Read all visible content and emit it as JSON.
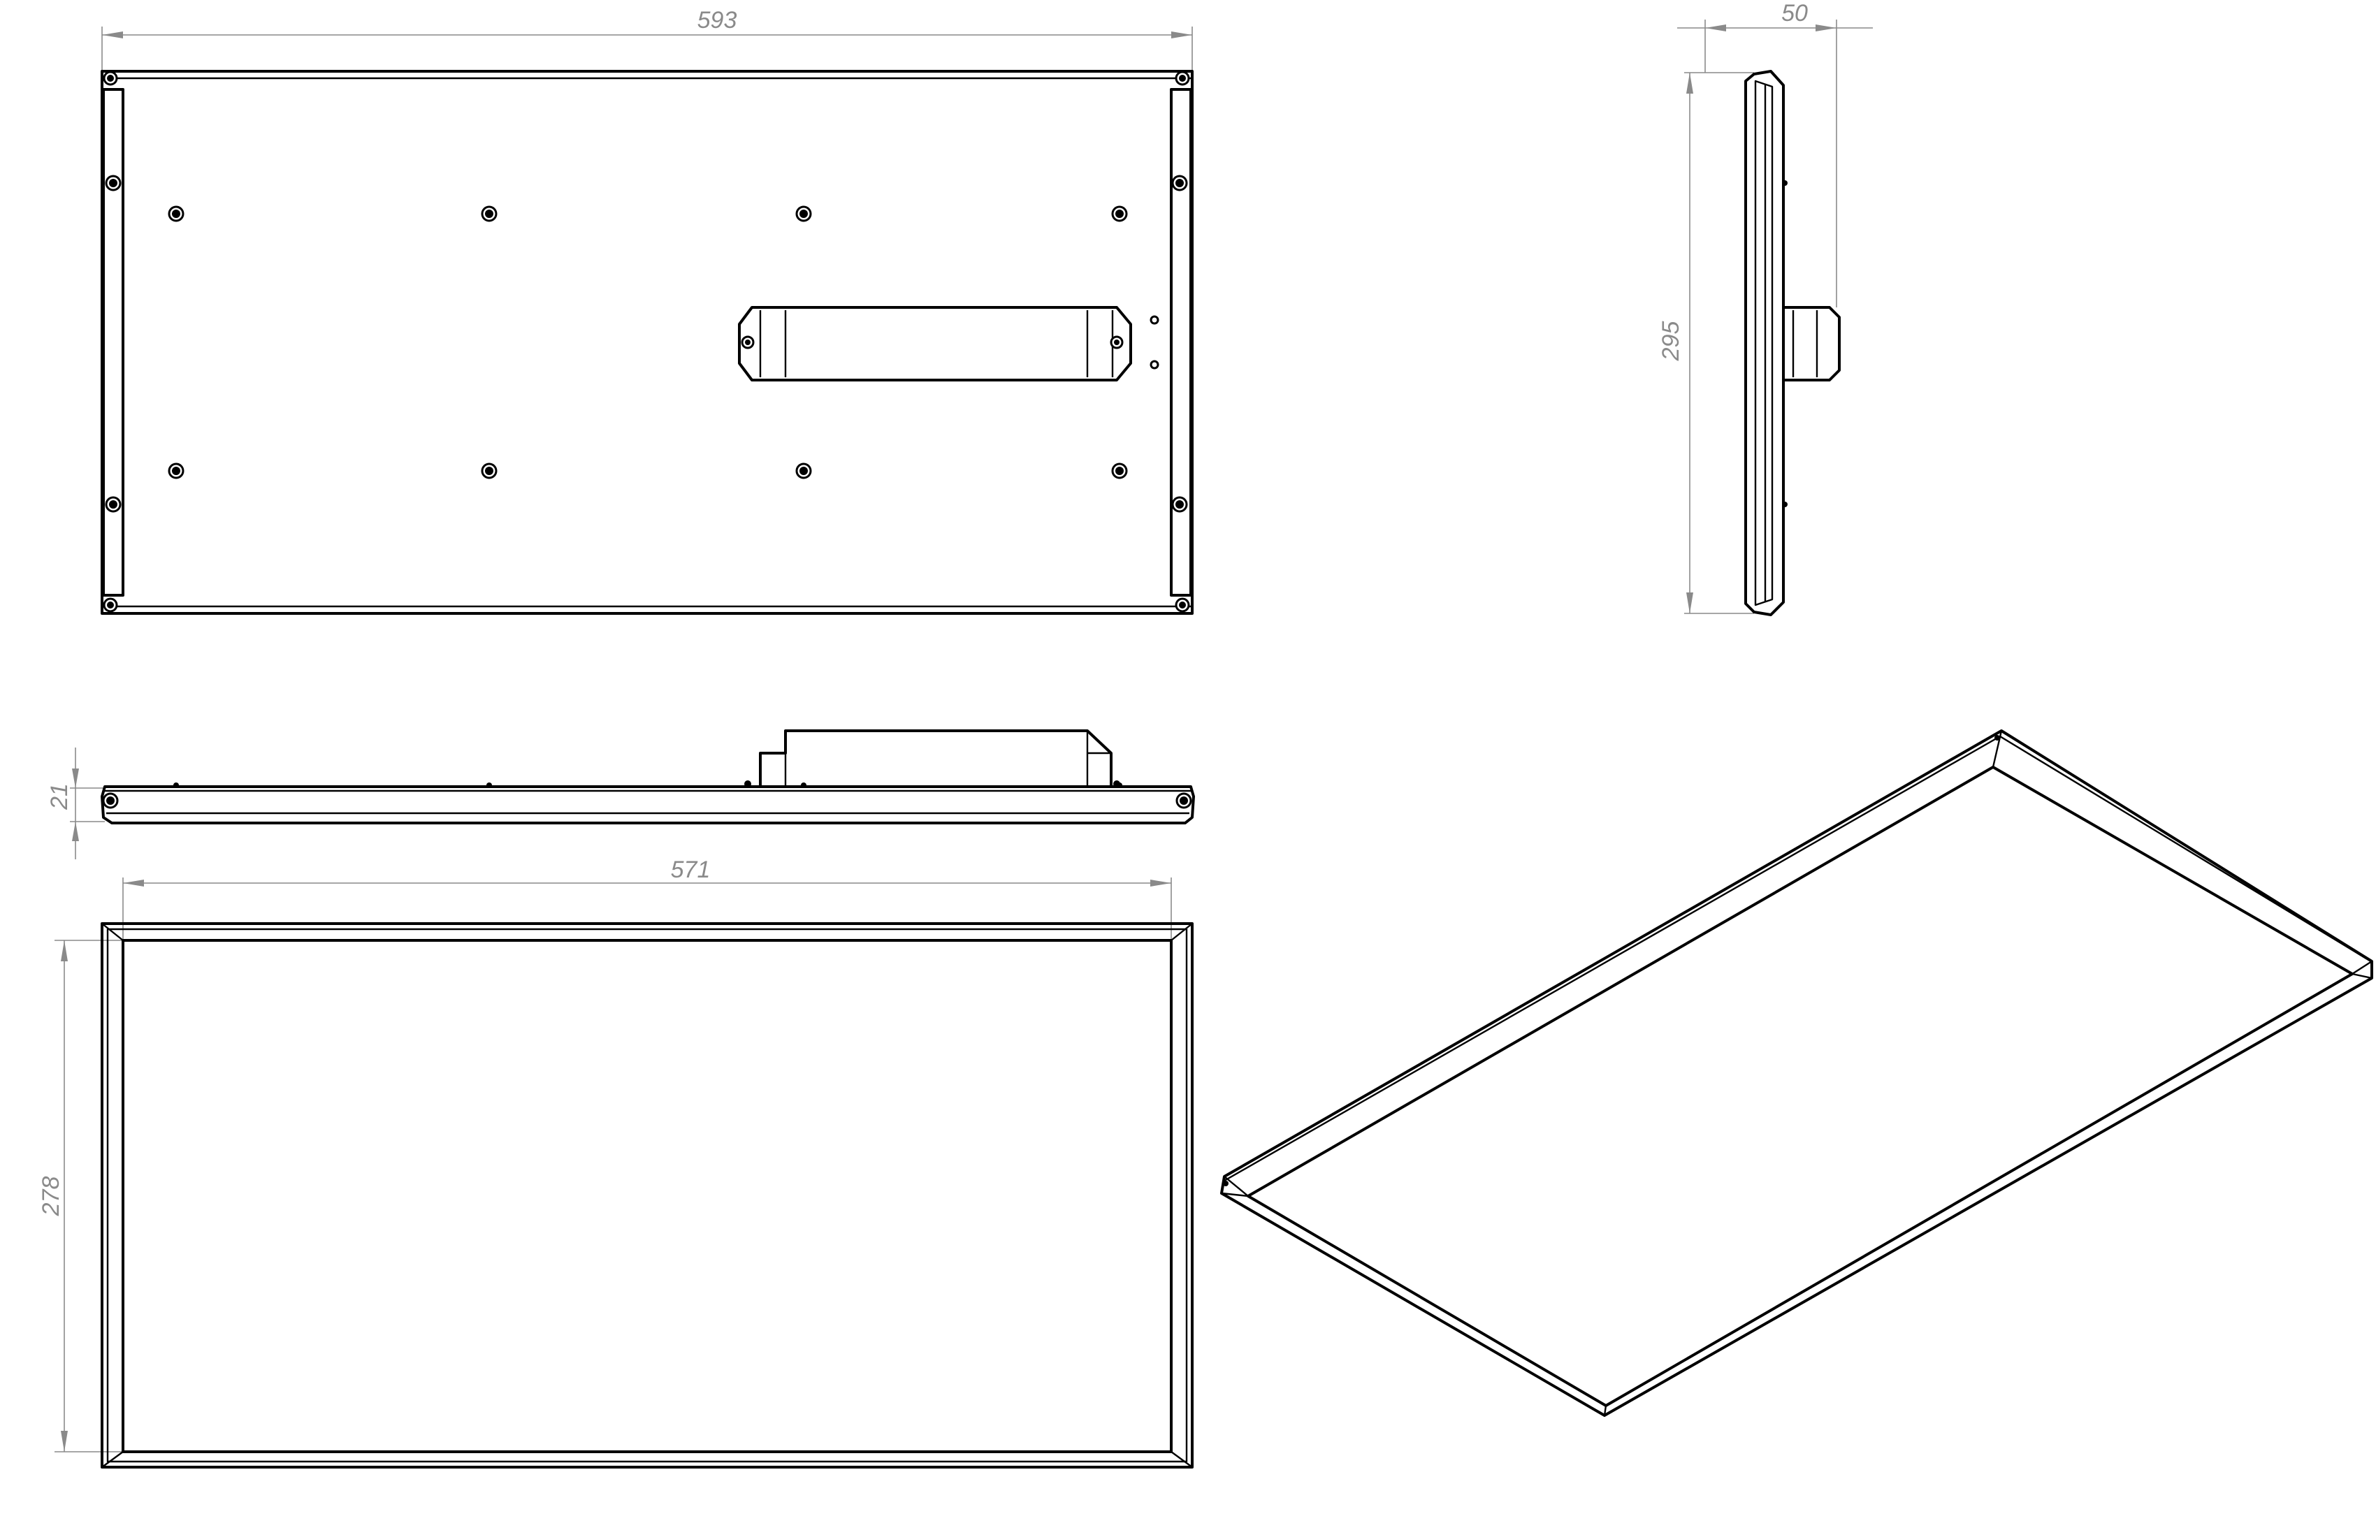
{
  "dimensions": {
    "top_width": "593",
    "side_depth": "50",
    "side_height": "295",
    "front_height": "21",
    "face_width": "571",
    "face_height": "278"
  }
}
